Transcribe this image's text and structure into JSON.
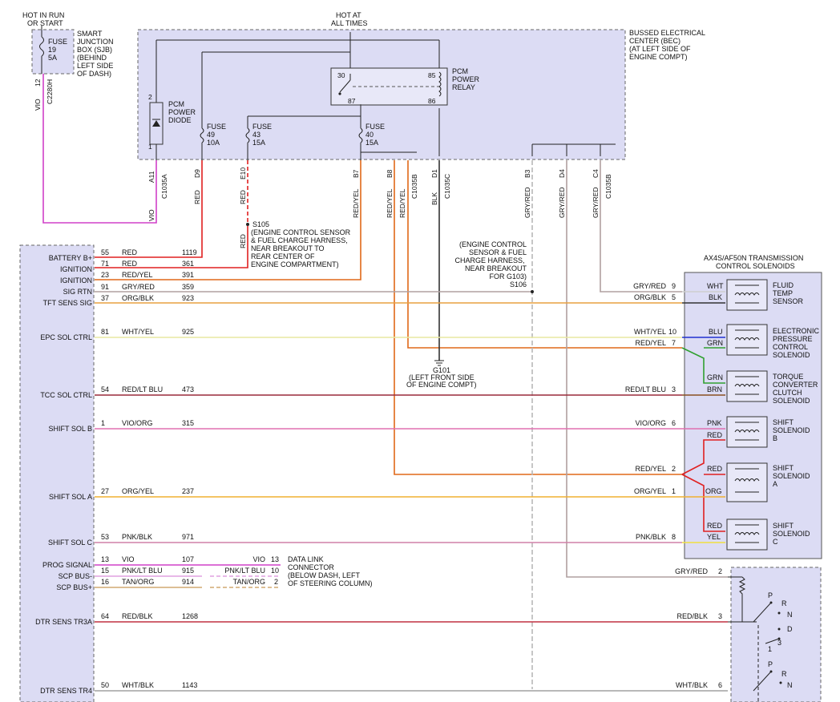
{
  "top": {
    "hot_in_run": [
      "HOT IN RUN",
      "OR START"
    ],
    "hot_at_all_times": [
      "HOT AT",
      "ALL TIMES"
    ],
    "sjb": [
      "SMART",
      "JUNCTION",
      "BOX (SJB)",
      "(BEHIND",
      "LEFT SIDE",
      "OF DASH)"
    ],
    "bec": [
      "BUSSED ELECTRICAL",
      "CENTER (BEC)",
      "(AT LEFT SIDE OF",
      "ENGINE COMPT)"
    ],
    "fuse19": [
      "FUSE",
      "19",
      "5A"
    ],
    "pcm_relay": [
      "PCM",
      "POWER",
      "RELAY"
    ],
    "pcm_diode": [
      "PCM",
      "POWER",
      "DIODE"
    ],
    "fuse49": [
      "FUSE",
      "49",
      "10A"
    ],
    "fuse43": [
      "FUSE",
      "43",
      "15A"
    ],
    "fuse40": [
      "FUSE",
      "40",
      "15A"
    ],
    "relay_pins": [
      "30",
      "85",
      "87",
      "86"
    ],
    "diode_pins": [
      "2",
      "1"
    ],
    "sjb_pin": "12",
    "sjb_conn": "C2280H",
    "sjb_wire": "VIO"
  },
  "pcm_pins": [
    {
      "pin": "A11",
      "wire": "VIO",
      "conn": "C1035A"
    },
    {
      "pin": "D9",
      "wire": "RED",
      "conn": ""
    },
    {
      "pin": "E10",
      "wire": "RED",
      "conn": ""
    },
    {
      "pin": "B7",
      "wire": "RED/YEL",
      "conn": ""
    },
    {
      "pin": "B8",
      "wire": "RED/YEL",
      "conn": ""
    },
    {
      "pin": "",
      "wire": "RED/YEL",
      "conn": "C1035B"
    },
    {
      "pin": "D1",
      "wire": "BLK",
      "conn": "C1035C"
    },
    {
      "pin": "B3",
      "wire": "GRY/RED",
      "conn": ""
    },
    {
      "pin": "D4",
      "wire": "GRY/RED",
      "conn": ""
    },
    {
      "pin": "C4",
      "wire": "GRY/RED",
      "conn": "C1035B"
    }
  ],
  "splices": {
    "s105": [
      "S105",
      "(ENGINE CONTROL SENSOR",
      "& FUEL CHARGE HARNESS,",
      "NEAR BREAKOUT TO",
      "REAR CENTER OF",
      "ENGINE COMPARTMENT)"
    ],
    "s105_wire": "RED",
    "s106": [
      "(ENGINE CONTROL",
      "SENSOR & FUEL",
      "CHARGE HARNESS,",
      "NEAR BREAKOUT",
      "FOR G103)",
      "S106"
    ],
    "g101": [
      "G101",
      "(LEFT FRONT SIDE",
      "OF ENGINE COMPT)"
    ]
  },
  "pcm_rows": [
    {
      "label": "BATTERY B+",
      "pin": "55",
      "wire": "RED",
      "circuit": "1119"
    },
    {
      "label": "IGNITION",
      "pin": "71",
      "wire": "RED",
      "circuit": "361"
    },
    {
      "label": "IGNITION",
      "pin": "23",
      "wire": "RED/YEL",
      "circuit": "391"
    },
    {
      "label": "SIG RTN",
      "pin": "91",
      "wire": "GRY/RED",
      "circuit": "359"
    },
    {
      "label": "TFT SENS SIG",
      "pin": "37",
      "wire": "ORG/BLK",
      "circuit": "923"
    },
    {
      "label": "EPC SOL CTRL",
      "pin": "81",
      "wire": "WHT/YEL",
      "circuit": "925"
    },
    {
      "label": "TCC SOL CTRL",
      "pin": "54",
      "wire": "RED/LT BLU",
      "circuit": "473"
    },
    {
      "label": "SHIFT SOL B",
      "pin": "1",
      "wire": "VIO/ORG",
      "circuit": "315"
    },
    {
      "label": "SHIFT SOL A",
      "pin": "27",
      "wire": "ORG/YEL",
      "circuit": "237"
    },
    {
      "label": "SHIFT SOL C",
      "pin": "53",
      "wire": "PNK/BLK",
      "circuit": "971"
    },
    {
      "label": "PROG SIGNAL",
      "pin": "13",
      "wire": "VIO",
      "circuit": "107"
    },
    {
      "label": "SCP BUS-",
      "pin": "15",
      "wire": "PNK/LT BLU",
      "circuit": "915"
    },
    {
      "label": "SCP BUS+",
      "pin": "16",
      "wire": "TAN/ORG",
      "circuit": "914"
    },
    {
      "label": "DTR SENS TR3A",
      "pin": "64",
      "wire": "RED/BLK",
      "circuit": "1268"
    },
    {
      "label": "DTR SENS TR4",
      "pin": "50",
      "wire": "WHT/BLK",
      "circuit": "1143"
    }
  ],
  "solenoid_pack": {
    "title": [
      "AX4S/AF50N TRANSMISSION",
      "CONTROL SOLENOIDS"
    ],
    "rows": [
      {
        "wire": "GRY/RED",
        "pin": "9"
      },
      {
        "wire": "ORG/BLK",
        "pin": "5"
      },
      {
        "wire": "WHT/YEL",
        "pin": "10"
      },
      {
        "wire": "RED/YEL",
        "pin": "7"
      },
      {
        "wire": "RED/LT BLU",
        "pin": "3"
      },
      {
        "wire": "VIO/ORG",
        "pin": "6"
      },
      {
        "wire": "RED/YEL",
        "pin": "2"
      },
      {
        "wire": "ORG/YEL",
        "pin": "1"
      },
      {
        "wire": "PNK/BLK",
        "pin": "8"
      }
    ],
    "internal_wires": [
      "WHT",
      "BLK",
      "BLU",
      "GRN",
      "GRN",
      "BRN",
      "PNK",
      "RED",
      "RED",
      "ORG",
      "RED",
      "YEL"
    ],
    "components": [
      [
        "FLUID",
        "TEMP",
        "SENSOR"
      ],
      [
        "ELECTRONIC",
        "PRESSURE",
        "CONTROL",
        "SOLENOID"
      ],
      [
        "TORQUE",
        "CONVERTER",
        "CLUTCH",
        "SOLENOID"
      ],
      [
        "SHIFT",
        "SOLENOID",
        "B"
      ],
      [
        "SHIFT",
        "SOLENOID",
        "A"
      ],
      [
        "SHIFT",
        "SOLENOID",
        "C"
      ]
    ]
  },
  "dlc": {
    "rows": [
      {
        "wire": "VIO",
        "pin": "13"
      },
      {
        "wire": "PNK/LT BLU",
        "pin": "10"
      },
      {
        "wire": "TAN/ORG",
        "pin": "2"
      }
    ],
    "label": [
      "DATA LINK",
      "CONNECTOR",
      "(BELOW DASH, LEFT",
      "OF STEERING COLUMN)"
    ]
  },
  "dtr": {
    "rows": [
      {
        "wire": "GRY/RED",
        "pin": "2"
      },
      {
        "wire": "RED/BLK",
        "pin": "3"
      },
      {
        "wire": "WHT/BLK",
        "pin": "6"
      }
    ],
    "positions": [
      "P",
      "R",
      "N",
      "D",
      "1",
      "3",
      "P",
      "R",
      "N"
    ]
  },
  "colors": {
    "vio": "#d040c8",
    "red": "#e02020",
    "redyel": "#e06818",
    "gry": "#a0a0a0",
    "orgblk": "#e8a040",
    "whtyel": "#e8e8a0",
    "redltblu": "#9a2a3a",
    "vioorg": "#e070b0",
    "orgyel": "#f0b030",
    "pnkblk": "#d080a8",
    "pnkltblu": "#e0a0e0",
    "tanorg": "#d0a870",
    "redblk": "#c03040",
    "whtblk": "#a0a0a0",
    "blk": "#333333",
    "blu": "#2030d0",
    "grn": "#30a030",
    "brn": "#8a5020",
    "yel": "#f0e040",
    "box": "#dcdcf4"
  }
}
